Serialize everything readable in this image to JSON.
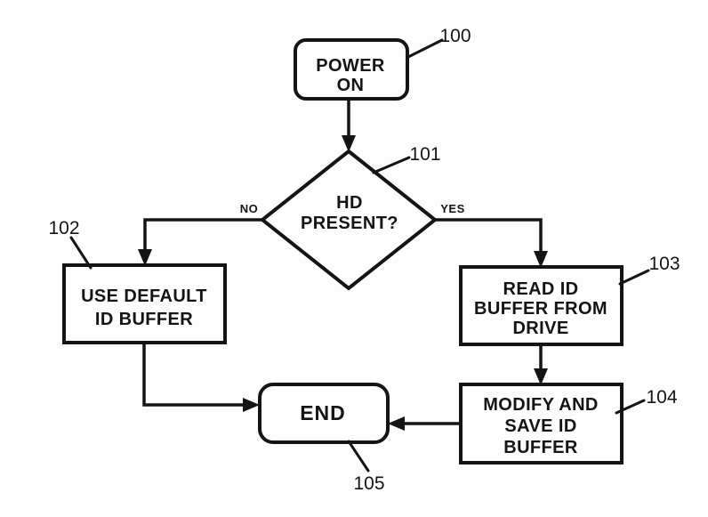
{
  "palette": {
    "ink": "#141414",
    "background": "#fdfdfd"
  },
  "diagram": {
    "type": "flowchart",
    "nodes": {
      "power_on": {
        "shape": "rounded-rect",
        "lines": [
          "POWER",
          "ON"
        ],
        "ref": "100"
      },
      "hd_present": {
        "shape": "diamond",
        "lines": [
          "HD",
          "PRESENT?"
        ],
        "ref": "101"
      },
      "use_default": {
        "shape": "rect",
        "lines": [
          "USE DEFAULT",
          "ID BUFFER"
        ],
        "ref": "102"
      },
      "read_id": {
        "shape": "rect",
        "lines": [
          "READ ID",
          "BUFFER FROM",
          "DRIVE"
        ],
        "ref": "103"
      },
      "modify_save": {
        "shape": "rect",
        "lines": [
          "MODIFY AND",
          "SAVE ID",
          "BUFFER"
        ],
        "ref": "104"
      },
      "end": {
        "shape": "rounded-rect",
        "lines": [
          "END"
        ],
        "ref": "105"
      }
    },
    "branch_labels": {
      "no": "NO",
      "yes": "YES"
    },
    "edges": [
      {
        "from": "power_on",
        "to": "hd_present",
        "label": ""
      },
      {
        "from": "hd_present",
        "to": "use_default",
        "label": "NO"
      },
      {
        "from": "hd_present",
        "to": "read_id",
        "label": "YES"
      },
      {
        "from": "read_id",
        "to": "modify_save",
        "label": ""
      },
      {
        "from": "modify_save",
        "to": "end",
        "label": ""
      },
      {
        "from": "use_default",
        "to": "end",
        "label": ""
      }
    ]
  }
}
